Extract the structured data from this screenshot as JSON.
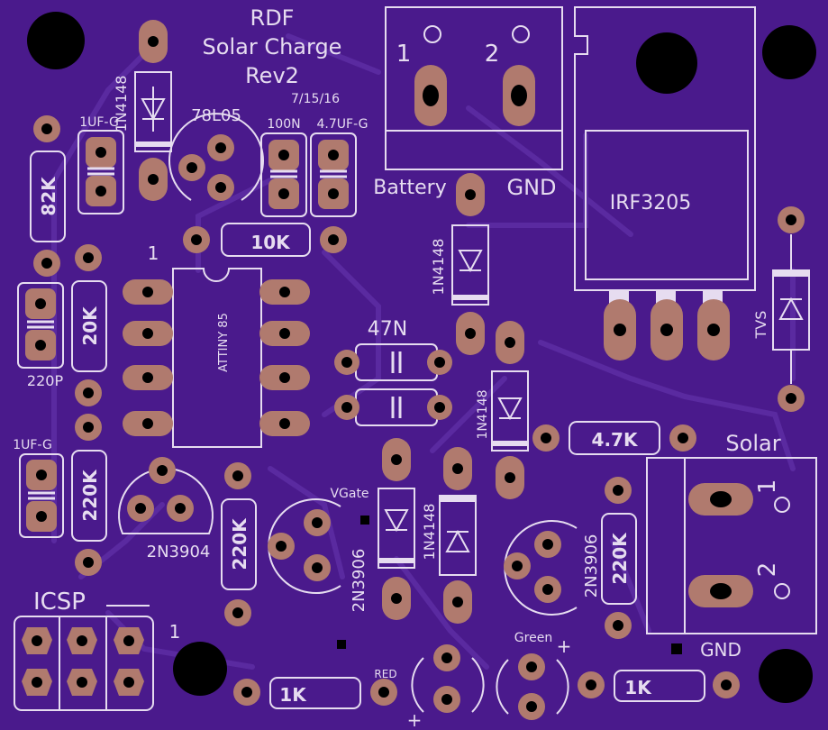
{
  "title": [
    "RDF",
    "Solar Charge",
    "Rev2"
  ],
  "date": "7/15/16",
  "labels": {
    "diode_top": "1N4148",
    "reg": "78L05",
    "cap_100n": "100N",
    "cap_47uf": "4.7UF-G",
    "cap_1uf_top": "1UF-G",
    "r_82k": "82K",
    "r_10k": "10K",
    "r_20k": "20K",
    "c_220p": "220P",
    "pin1_mcu": "1",
    "mcu": "ATTINY 85",
    "cap_47n": "47N",
    "diode_mid": "1N4148",
    "diode_right": "1N4148",
    "diode_bottom": "1N4148",
    "r_47k": "4.7K",
    "battery": "Battery",
    "gnd_top": "GND",
    "mosfet": "IRF3205",
    "tvs": "TVS",
    "solar": "Solar",
    "cap_1uf_left": "1UF-G",
    "r_220k_left": "220K",
    "q_2n3904": "2N3904",
    "r_220k_mid": "220K",
    "vgate": "VGate",
    "q_2n3906_mid": "2N3906",
    "q_2n3906_right": "2N3906",
    "r_220k_right": "220K",
    "icsp": "ICSP",
    "icsp_pin1": "1",
    "r_1k_left": "1K",
    "red": "RED",
    "green": "Green",
    "plus_green": "+",
    "plus_red": "+",
    "r_1k_right": "1K",
    "gnd_bottom": "GND",
    "term_top_1": "1",
    "term_top_2": "2",
    "term_right_1": "1",
    "term_right_2": "2"
  },
  "colors": {
    "board": "#4a1a8c",
    "trace": "#5a2aa0",
    "silkscreen": "#e6dcf0",
    "pad": "#b07a6e"
  }
}
